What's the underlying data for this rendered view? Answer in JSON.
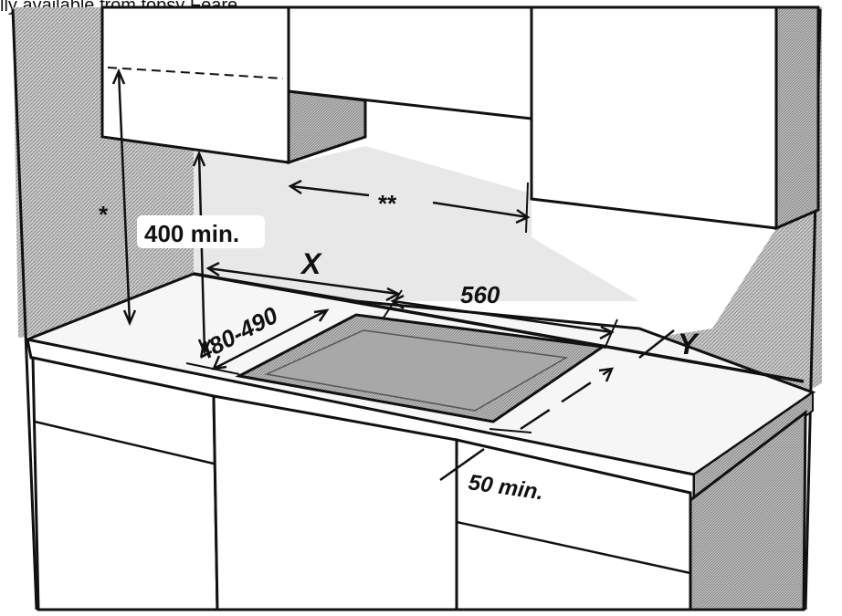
{
  "caption": "lly available from topsy Feare",
  "labels": {
    "asterisk": "*",
    "double_asterisk": "**",
    "height_min": "400 min.",
    "dim_x": "X",
    "width_560": "560",
    "depth_range": "480-490",
    "dim_y": "Y",
    "front_min": "50 min."
  },
  "colors": {
    "line": "#111111",
    "wall_hatch": "#9a9a9a",
    "background": "#ffffff"
  }
}
